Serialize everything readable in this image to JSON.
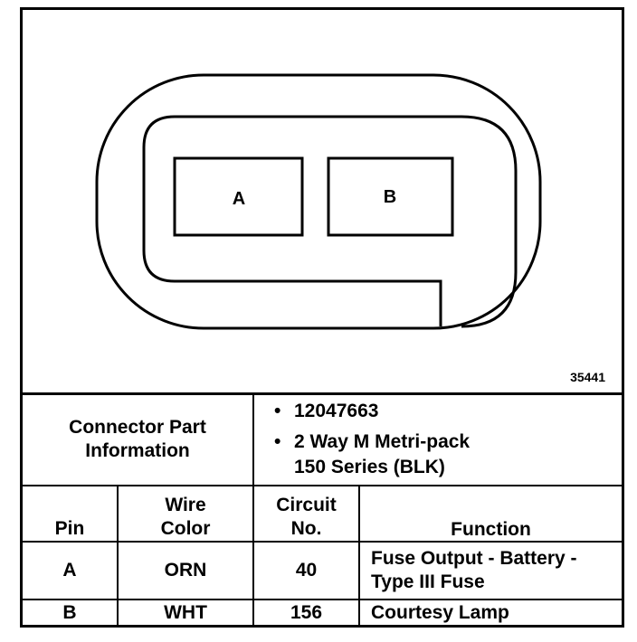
{
  "diagram": {
    "figure_number": "35441",
    "cavities": [
      {
        "label": "A"
      },
      {
        "label": "B"
      }
    ]
  },
  "connector_info": {
    "label_line1": "Connector Part",
    "label_line2": "Information",
    "part_number": "12047663",
    "description_line1": "2 Way M Metri-pack",
    "description_line2": "150 Series (BLK)"
  },
  "table": {
    "headers": {
      "pin": "Pin",
      "wire_color_line1": "Wire",
      "wire_color_line2": "Color",
      "circuit_line1": "Circuit",
      "circuit_line2": "No.",
      "function": "Function"
    },
    "rows": [
      {
        "pin": "A",
        "wire_color": "ORN",
        "circuit": "40",
        "function_line1": "Fuse Output - Battery -",
        "function_line2": "Type III Fuse"
      },
      {
        "pin": "B",
        "wire_color": "WHT",
        "circuit": "156",
        "function_line1": "Courtesy Lamp",
        "function_line2": ""
      }
    ]
  }
}
